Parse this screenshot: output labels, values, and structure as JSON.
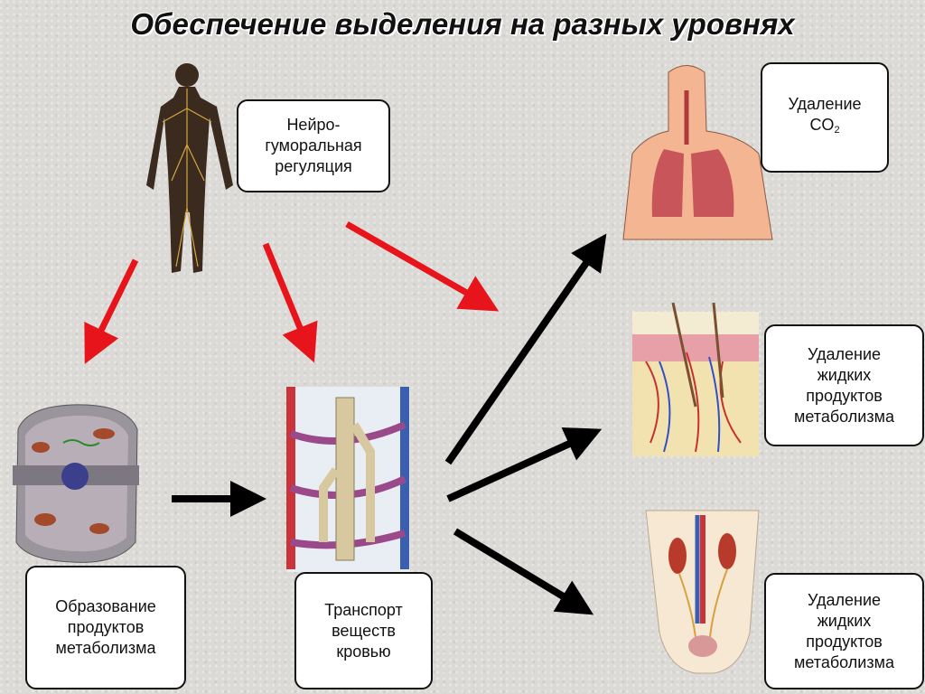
{
  "title": "Обеспечение выделения на разных уровнях",
  "boxes": {
    "neuro": [
      "Нейро-",
      "гуморальная",
      "регуляция"
    ],
    "metabolism_formation": [
      "Образование",
      "продуктов",
      "метаболизма"
    ],
    "transport": [
      "Транспорт",
      "веществ",
      "кровью"
    ],
    "co2": {
      "line1": "Удаление",
      "line2": "CO",
      "sub": "2"
    },
    "skin": [
      "Удаление",
      "жидких",
      "продуктов",
      "метаболизма"
    ],
    "kidney": [
      "Удаление",
      "жидких",
      "продуктов",
      "метаболизма"
    ]
  },
  "colors": {
    "red_arrow": "#e8141b",
    "black_arrow": "#000000",
    "box_border": "#111111"
  }
}
